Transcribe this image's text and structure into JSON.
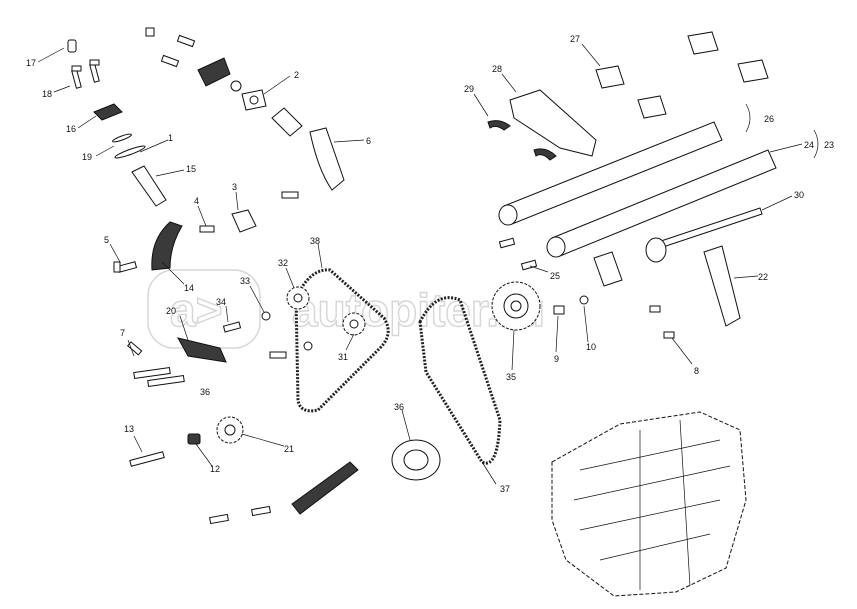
{
  "watermark": {
    "text": "autopiter.ru",
    "logo_text": "a>"
  },
  "callouts": {
    "c1": "1",
    "c2": "2",
    "c3": "3",
    "c4": "4",
    "c5": "5",
    "c6": "6",
    "c7": "7",
    "c8": "8",
    "c9": "9",
    "c10": "10",
    "c12": "12",
    "c13": "13",
    "c14": "14",
    "c15": "15",
    "c16": "16",
    "c17": "17",
    "c18": "18",
    "c19": "19",
    "c20": "20",
    "c21": "21",
    "c22": "22",
    "c23": "23",
    "c24": "24",
    "c25": "25",
    "c26": "26",
    "c27": "27",
    "c28": "28",
    "c29": "29",
    "c30": "30",
    "c31": "31",
    "c32": "32",
    "c33": "33",
    "c34": "34",
    "c35": "35",
    "c36": "36",
    "c36b": "36",
    "c37": "37",
    "c38": "38"
  }
}
